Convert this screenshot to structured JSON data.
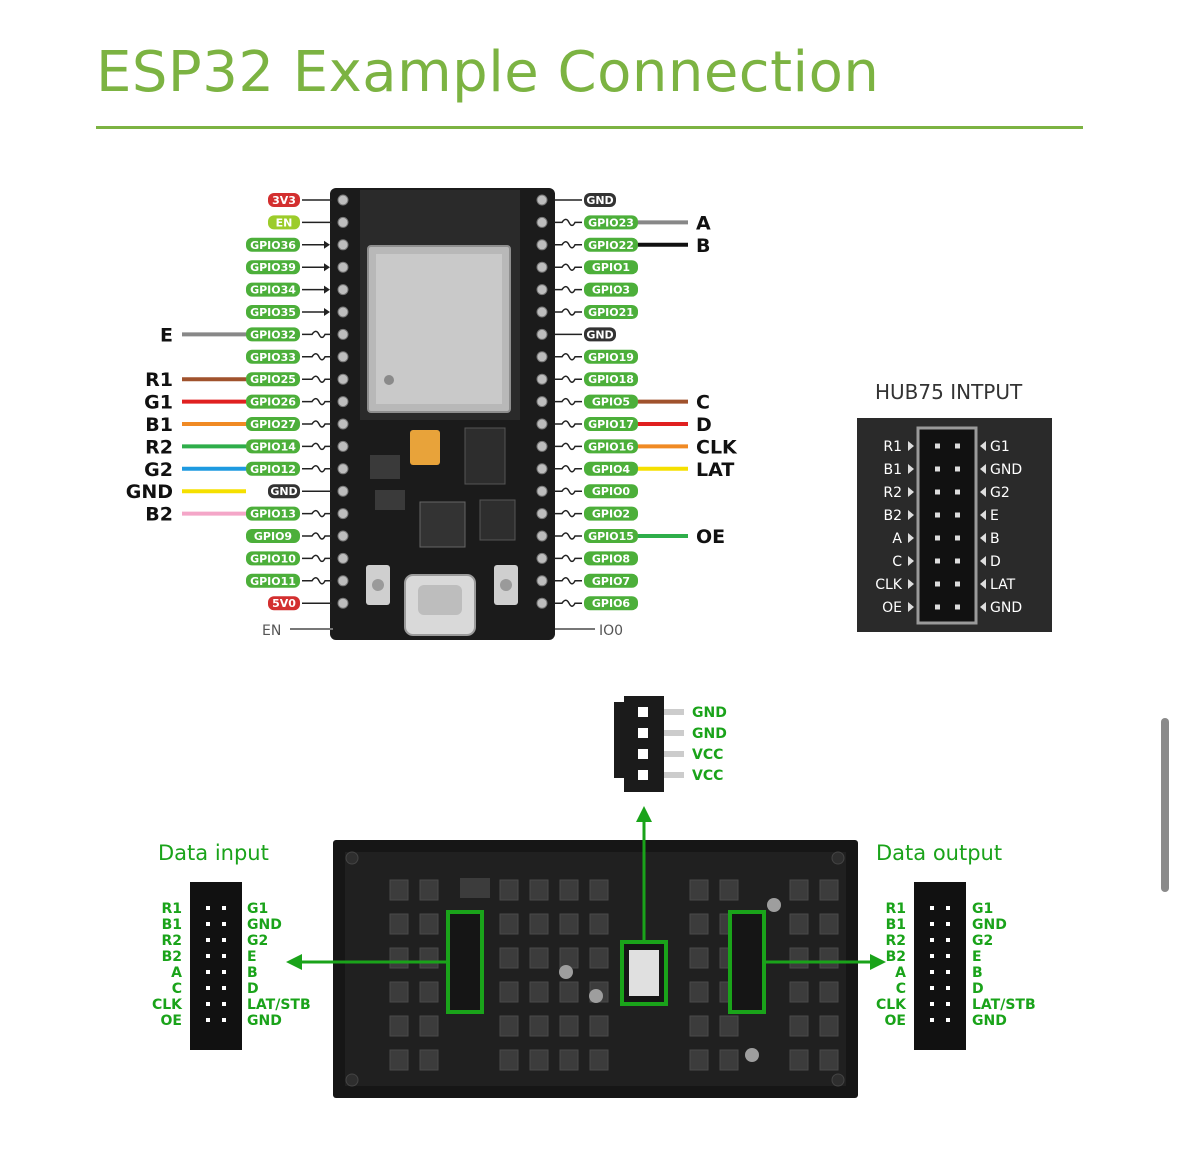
{
  "title": "ESP32 Example Connection",
  "colors": {
    "accent": "#7cb342",
    "gpio": "#4caf3a",
    "power": "#d32f2f",
    "en": "#9ccc2a",
    "gnd": "#333333",
    "green_text": "#1aa31a"
  },
  "esp32": {
    "left_pins": [
      {
        "label": "3V3",
        "kind": "power"
      },
      {
        "label": "EN",
        "kind": "en"
      },
      {
        "label": "GPIO36",
        "kind": "input"
      },
      {
        "label": "GPIO39",
        "kind": "input"
      },
      {
        "label": "GPIO34",
        "kind": "input"
      },
      {
        "label": "GPIO35",
        "kind": "input"
      },
      {
        "label": "GPIO32",
        "kind": "gpio"
      },
      {
        "label": "GPIO33",
        "kind": "gpio"
      },
      {
        "label": "GPIO25",
        "kind": "gpio"
      },
      {
        "label": "GPIO26",
        "kind": "gpio"
      },
      {
        "label": "GPIO27",
        "kind": "gpio"
      },
      {
        "label": "GPIO14",
        "kind": "gpio"
      },
      {
        "label": "GPIO12",
        "kind": "gpio"
      },
      {
        "label": "GND",
        "kind": "gnd"
      },
      {
        "label": "GPIO13",
        "kind": "gpio"
      },
      {
        "label": "GPIO9",
        "kind": "gpio"
      },
      {
        "label": "GPIO10",
        "kind": "gpio"
      },
      {
        "label": "GPIO11",
        "kind": "gpio"
      },
      {
        "label": "5V0",
        "kind": "power"
      }
    ],
    "right_pins": [
      {
        "label": "GND",
        "kind": "gnd"
      },
      {
        "label": "GPIO23",
        "kind": "gpio"
      },
      {
        "label": "GPIO22",
        "kind": "gpio"
      },
      {
        "label": "GPIO1",
        "kind": "gpio"
      },
      {
        "label": "GPIO3",
        "kind": "gpio"
      },
      {
        "label": "GPIO21",
        "kind": "gpio"
      },
      {
        "label": "GND",
        "kind": "gnd"
      },
      {
        "label": "GPIO19",
        "kind": "gpio"
      },
      {
        "label": "GPIO18",
        "kind": "gpio"
      },
      {
        "label": "GPIO5",
        "kind": "gpio"
      },
      {
        "label": "GPIO17",
        "kind": "gpio"
      },
      {
        "label": "GPIO16",
        "kind": "gpio"
      },
      {
        "label": "GPIO4",
        "kind": "gpio"
      },
      {
        "label": "GPIO0",
        "kind": "gpio"
      },
      {
        "label": "GPIO2",
        "kind": "gpio"
      },
      {
        "label": "GPIO15",
        "kind": "gpio"
      },
      {
        "label": "GPIO8",
        "kind": "gpio"
      },
      {
        "label": "GPIO7",
        "kind": "gpio"
      },
      {
        "label": "GPIO6",
        "kind": "gpio"
      }
    ],
    "left_wires": [
      {
        "signal": "E",
        "pin": 6,
        "color": "#888888"
      },
      {
        "signal": "R1",
        "pin": 8,
        "color": "#a0522d"
      },
      {
        "signal": "G1",
        "pin": 9,
        "color": "#e02020"
      },
      {
        "signal": "B1",
        "pin": 10,
        "color": "#f08a24"
      },
      {
        "signal": "R2",
        "pin": 11,
        "color": "#2eae4a"
      },
      {
        "signal": "G2",
        "pin": 12,
        "color": "#1e9ae0"
      },
      {
        "signal": "GND",
        "pin": 13,
        "color": "#f5e000"
      },
      {
        "signal": "B2",
        "pin": 14,
        "color": "#f4a6c8"
      }
    ],
    "right_wires": [
      {
        "signal": "A",
        "pin": 1,
        "color": "#888888"
      },
      {
        "signal": "B",
        "pin": 2,
        "color": "#111111"
      },
      {
        "signal": "C",
        "pin": 9,
        "color": "#a0522d"
      },
      {
        "signal": "D",
        "pin": 10,
        "color": "#e02020"
      },
      {
        "signal": "CLK",
        "pin": 11,
        "color": "#f08a24"
      },
      {
        "signal": "LAT",
        "pin": 12,
        "color": "#f5e000"
      },
      {
        "signal": "OE",
        "pin": 15,
        "color": "#2eae4a"
      }
    ],
    "bottom_left_label": "EN",
    "bottom_right_label": "IO0"
  },
  "hub75": {
    "title": "HUB75 INTPUT",
    "left": [
      "R1",
      "B1",
      "R2",
      "B2",
      "A",
      "C",
      "CLK",
      "OE"
    ],
    "right": [
      "G1",
      "GND",
      "G2",
      "E",
      "B",
      "D",
      "LAT",
      "GND"
    ]
  },
  "power_connector": {
    "pins": [
      "GND",
      "GND",
      "VCC",
      "VCC"
    ]
  },
  "panel": {
    "input_title": "Data input",
    "output_title": "Data output",
    "input_left": [
      "R1",
      "B1",
      "R2",
      "B2",
      "A",
      "C",
      "CLK",
      "OE"
    ],
    "input_right": [
      "G1",
      "GND",
      "G2",
      "E",
      "B",
      "D",
      "LAT/STB",
      "GND"
    ],
    "output_left": [
      "R1",
      "B1",
      "R2",
      "B2",
      "A",
      "C",
      "CLK",
      "OE"
    ],
    "output_right": [
      "G1",
      "GND",
      "G2",
      "E",
      "B",
      "D",
      "LAT/STB",
      "GND"
    ]
  }
}
